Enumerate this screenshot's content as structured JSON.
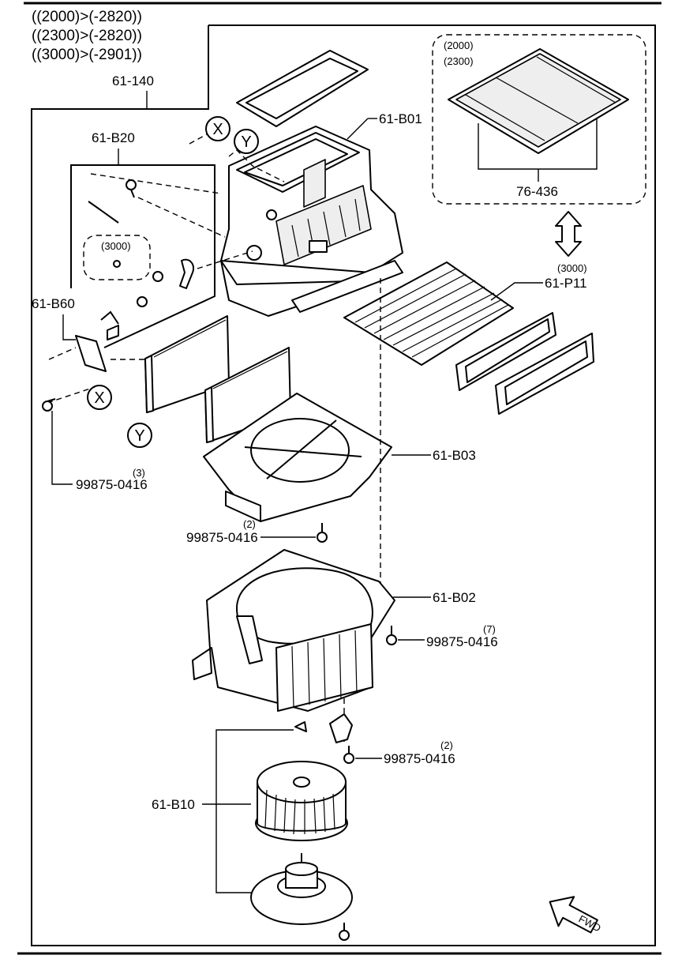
{
  "header_notes": [
    "((2000)>(-2820))",
    "((2300)>(-2820))",
    "((3000)>(-2901))"
  ],
  "labels": {
    "assembly": "61-140",
    "case_upper": "61-B01",
    "link_set": "61-B20",
    "bracket": "61-B60",
    "screw_left": "99875-0416",
    "screw_left_qty": "(3)",
    "lower_case": "61-B03",
    "screw_mid": "99875-0416",
    "screw_mid_qty": "(2)",
    "blower_case": "61-B02",
    "screw_right": "99875-0416",
    "screw_right_qty": "(7)",
    "screw_lower": "99875-0416",
    "screw_lower_qty": "(2)",
    "fan_motor": "61-B10",
    "filter_variant_note": "(3000)",
    "filter": "61-P11",
    "link_variant_note": "(3000)",
    "inset_variant_1": "(2000)",
    "inset_variant_2": "(2300)",
    "inset_filter": "76-436",
    "marker_x": "X",
    "marker_y": "Y",
    "fwd": "FWD"
  }
}
